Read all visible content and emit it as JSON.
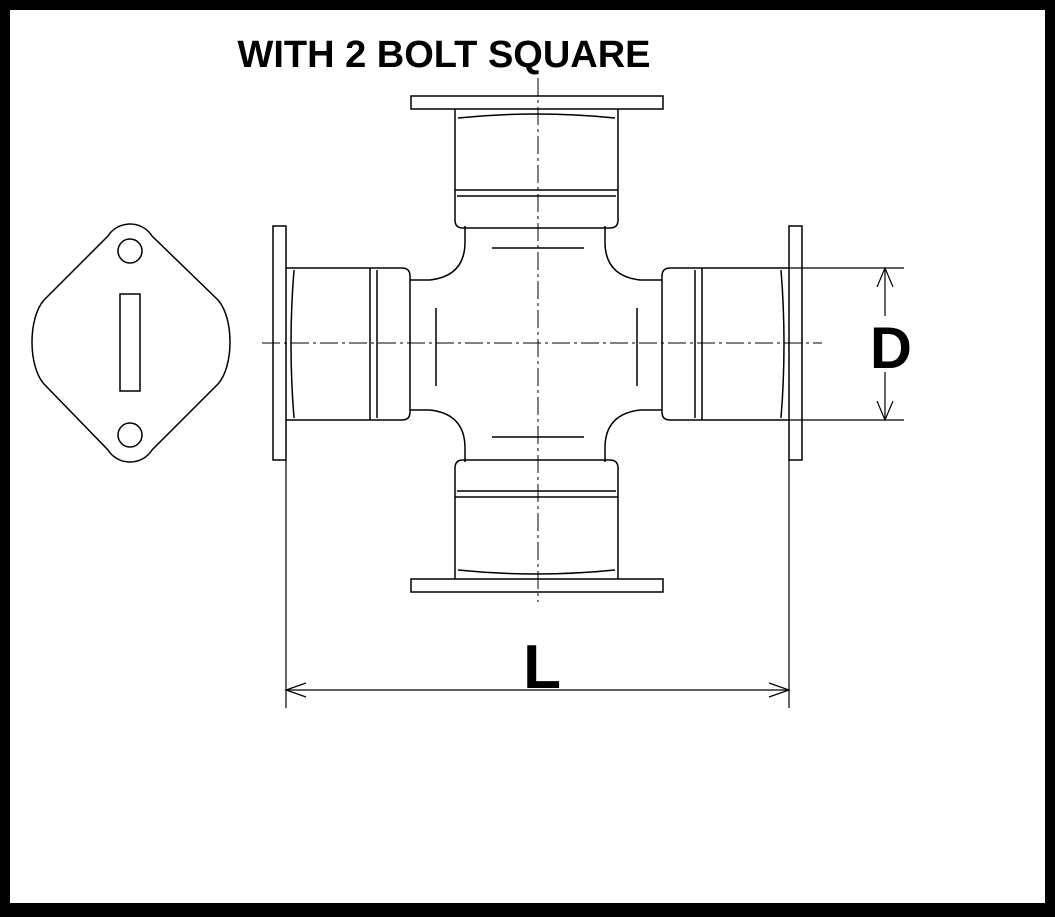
{
  "title": "WITH 2 BOLT SQUARE",
  "dimensions": {
    "width_label": "D",
    "length_label": "L"
  },
  "colors": {
    "border": "#000000",
    "background": "#ffffff",
    "line": "#000000"
  }
}
